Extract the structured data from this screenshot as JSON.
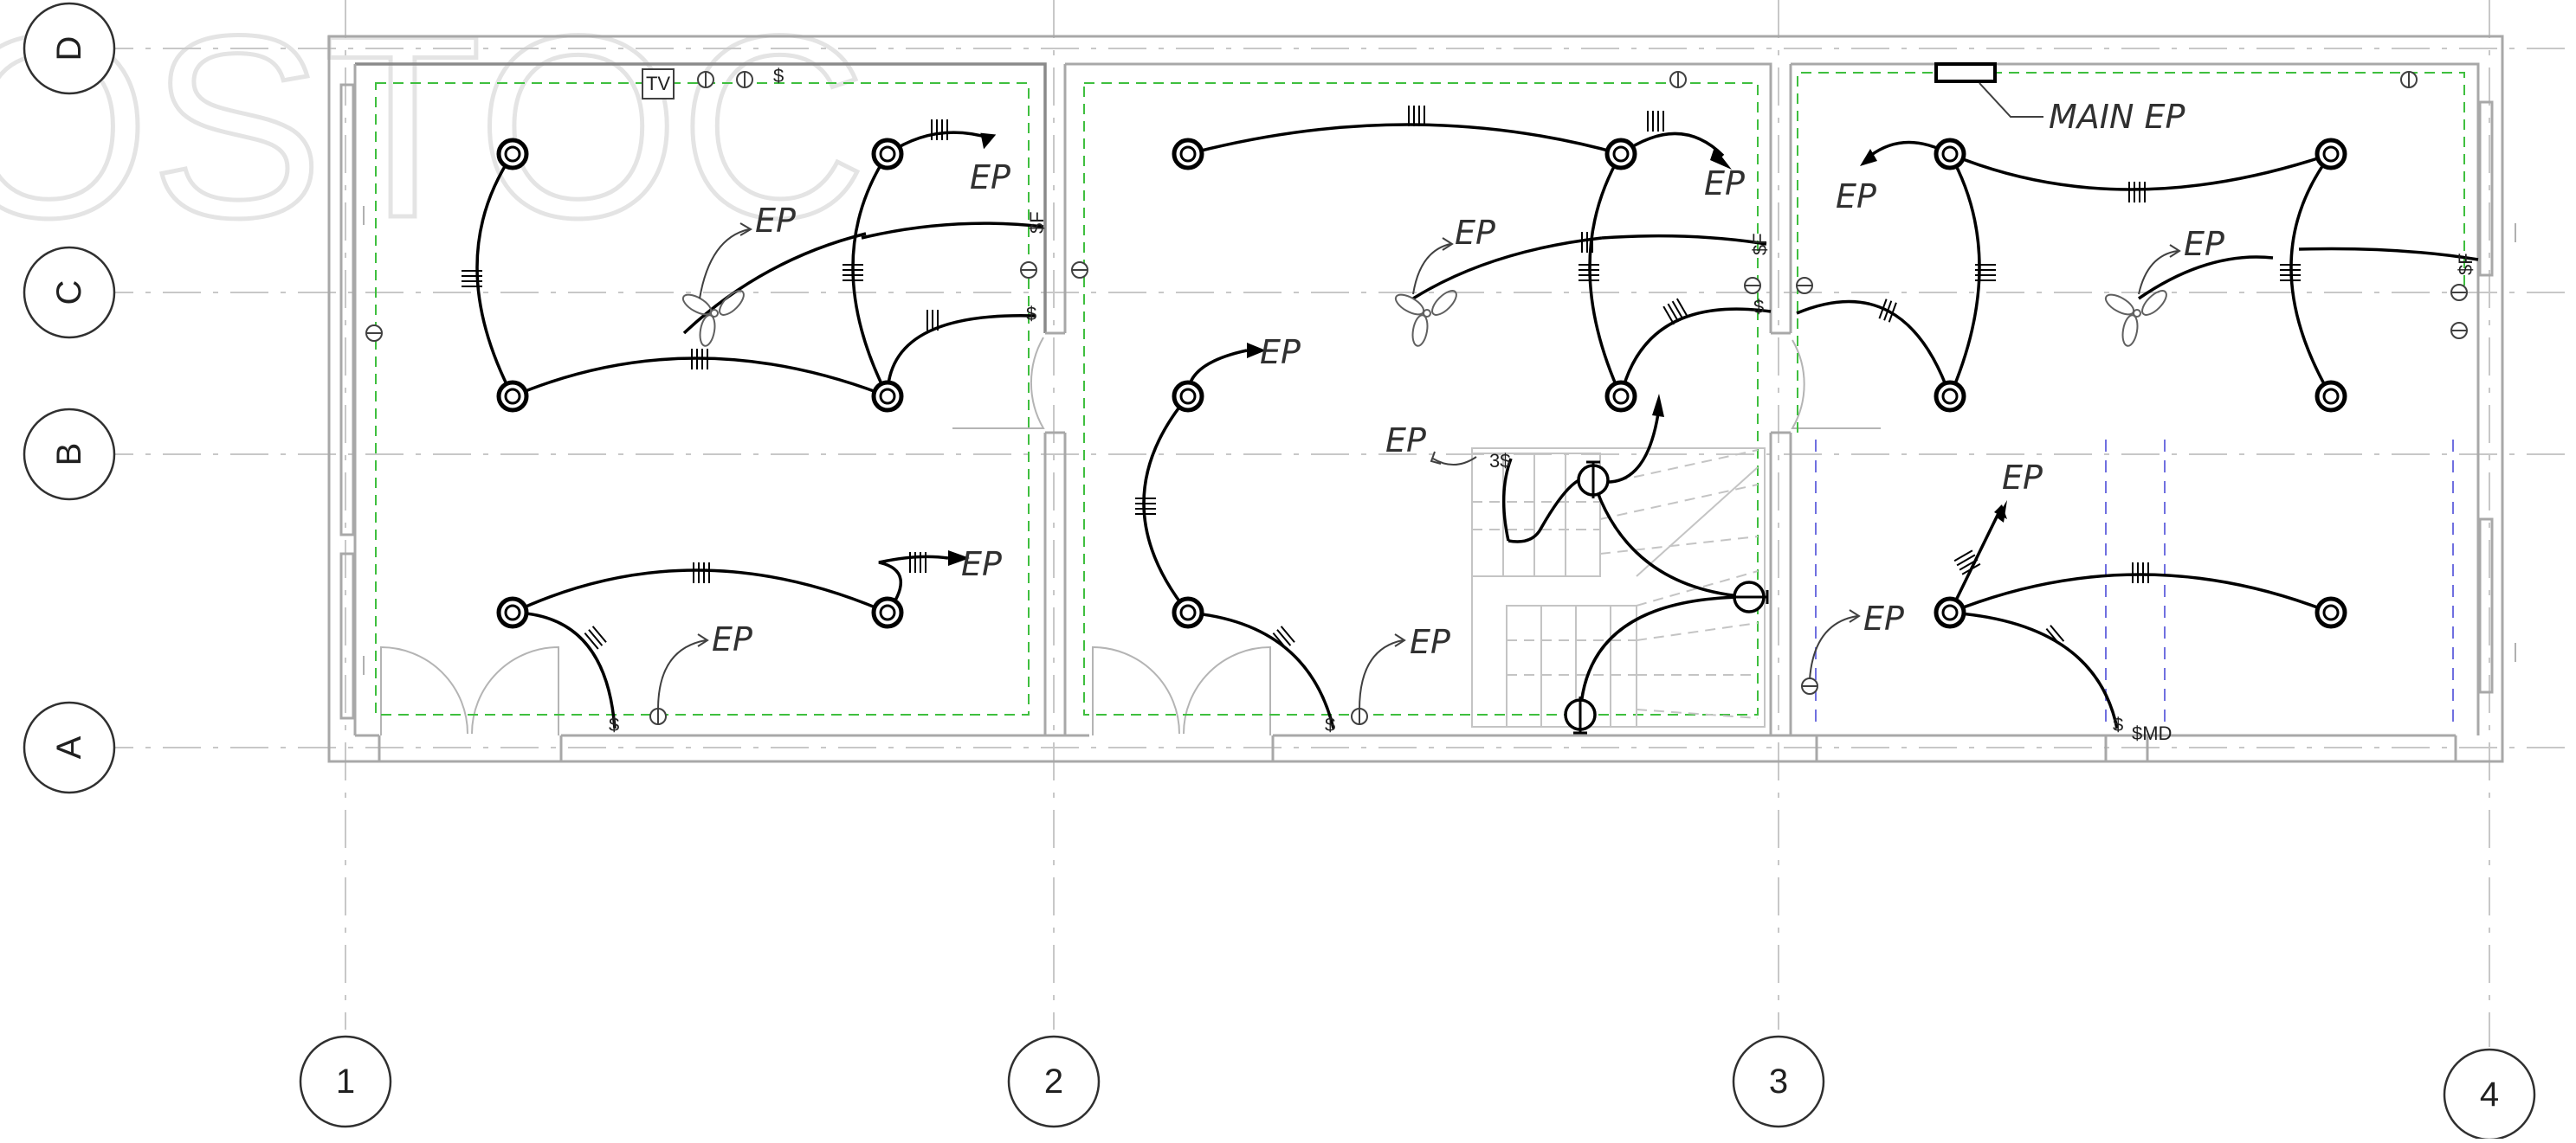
{
  "watermark": {
    "text": "OSTOC"
  },
  "grid": {
    "rows": [
      {
        "label": "D"
      },
      {
        "label": "C"
      },
      {
        "label": "B"
      },
      {
        "label": "A"
      }
    ],
    "columns": [
      {
        "label": "1"
      },
      {
        "label": "2"
      },
      {
        "label": "3"
      },
      {
        "label": "4"
      }
    ]
  },
  "annotations": {
    "ep": "EP",
    "main_ep": "MAIN EP",
    "tv": "TV",
    "switch": "$",
    "switch_f": "$F",
    "switch_md": "$MD",
    "switch_3": "3$"
  },
  "colors": {
    "circuit": "#000000",
    "walls": "#a8a8a8",
    "dimension_green": "#3fbf3f",
    "beam_blue": "#7070e0",
    "grid": "#c8c8c8"
  },
  "icons": {
    "light_fixture": "concentric-circle-fixture-icon",
    "ceiling_fan": "ceiling-fan-icon",
    "wall_outlet": "outlet-icon",
    "pendant": "pendant-light-icon",
    "panel": "electrical-panel-icon"
  }
}
